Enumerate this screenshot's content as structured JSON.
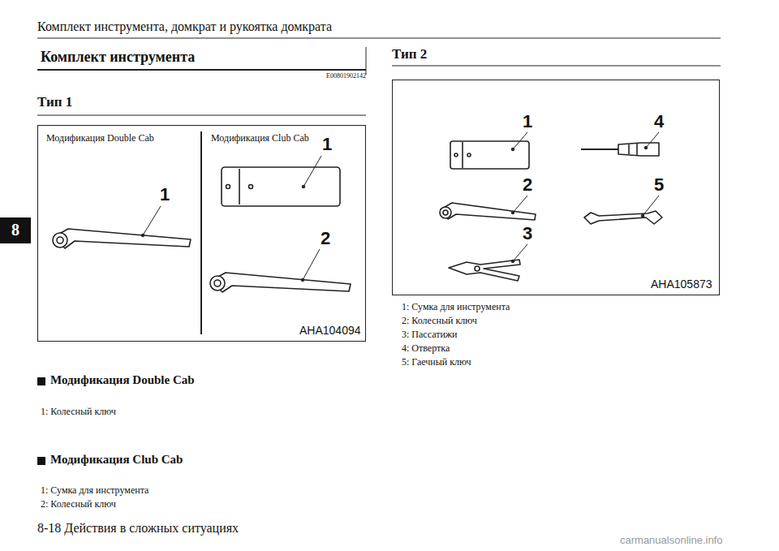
{
  "diagram": {
    "title": "Комплект инструмента",
    "nodes": [
      {
        "text": [
          "Модификация Double Cab",
          "Модификация Club Cab",
          "1",
          "1",
          "2",
          "AHA104094"
        ]
      },
      {
        "text": [
          "1",
          "4",
          "2",
          "5",
          "3",
          "AHA105873"
        ]
      }
    ],
    "labels": [
      "Комплект инструмента, домкрат и рукоятка домкрата",
      "E00801902142",
      "Тип 1",
      "Тип 2",
      "8",
      "Модификация Double Cab",
      "1: Колесный ключ",
      "Модификация Club Cab",
      "1: Сумка для инструмента",
      "2: Колесный ключ",
      "1: Сумка для инструмента",
      "2: Колесный ключ",
      "3: Пассатижи",
      "4: Отвертка",
      "5: Гаечный ключ",
      "8-18 Действия в сложных ситуациях",
      "carmanualsonline.info"
    ]
  }
}
